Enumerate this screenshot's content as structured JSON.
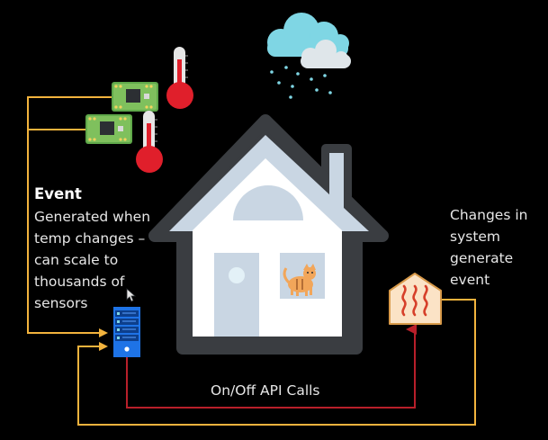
{
  "event": {
    "title": "Event",
    "lines": [
      "Generated when",
      "temp changes –",
      "can scale to",
      "thousands of",
      "sensors"
    ]
  },
  "changes": {
    "lines": [
      "Changes in",
      "system",
      "generate",
      "event"
    ]
  },
  "api_label": "On/Off API Calls",
  "colors": {
    "background": "#000000",
    "flow_yellow": "#f2b33d",
    "flow_red": "#b81f2a",
    "house_outline": "#3a3d41",
    "house_fill": "#ffffff",
    "roof_inner": "#c9d6e3",
    "server_blue": "#1e73e6",
    "heater_fill": "#fbe3c6",
    "heater_waves": "#d6402a",
    "thermo_red": "#e01f2b",
    "cloud_teal": "#7fd6e4"
  },
  "icons": [
    "sensor-board-icon",
    "thermometer-icon",
    "rain-cloud-icon",
    "house-icon",
    "cat-icon",
    "server-icon",
    "heater-icon",
    "mouse-cursor-icon"
  ]
}
